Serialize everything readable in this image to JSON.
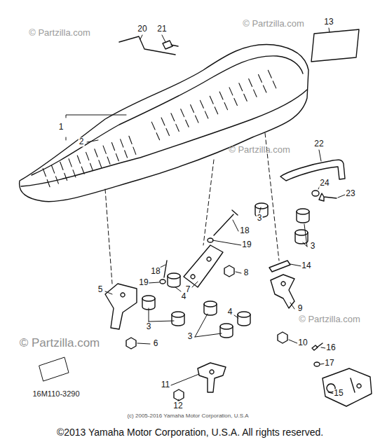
{
  "diagram": {
    "labels": [
      "1",
      "2",
      "20",
      "21",
      "13",
      "22",
      "24",
      "23",
      "3",
      "18",
      "19",
      "3",
      "14",
      "8",
      "18",
      "19",
      "5",
      "7",
      "4",
      "4",
      "9",
      "3",
      "3",
      "6",
      "10",
      "16",
      "17",
      "11",
      "15",
      "12",
      "16M110-3290",
      "(c) 2005-2016 Yamaha Motor Corporation, U.S.A",
      "©2013 Yamaha Motor Corporation, U.S.A. All rights reserved.",
      "© Partzilla.com",
      "© Partzilla.com",
      "© Partzilla.com",
      "© Partzilla.com",
      "© Partzilla.com"
    ]
  }
}
